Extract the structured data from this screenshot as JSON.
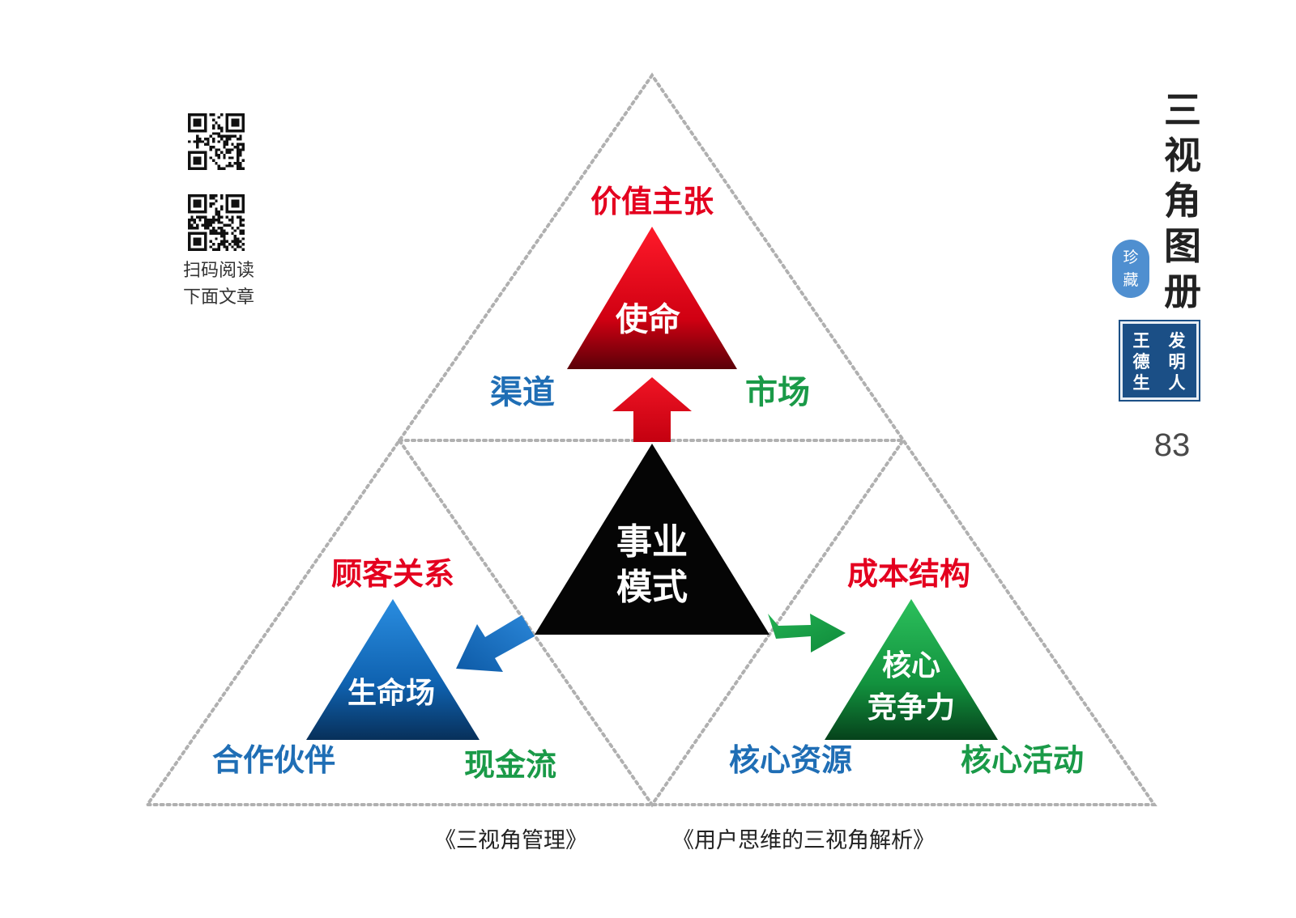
{
  "sidebar": {
    "scan_line1": "扫码阅读",
    "scan_line2": "下面文章"
  },
  "book": {
    "title_chars": [
      "三",
      "视",
      "角",
      "图",
      "册"
    ],
    "seal_chars": [
      "珍",
      "藏"
    ],
    "stamp_col_left": [
      "王",
      "德",
      "生"
    ],
    "stamp_col_right": [
      "发",
      "明",
      "人"
    ],
    "page_number": "83"
  },
  "diagram": {
    "top": {
      "center": "使命",
      "label_top": "价值主张",
      "label_left": "渠道",
      "label_right": "市场"
    },
    "middle": {
      "center_line1": "事业",
      "center_line2": "模式"
    },
    "left": {
      "center": "生命场",
      "label_top": "顾客关系",
      "label_left": "合作伙伴",
      "label_right": "现金流"
    },
    "right": {
      "center_line1": "核心",
      "center_line2": "竞争力",
      "label_top": "成本结构",
      "label_left": "核心资源",
      "label_right": "核心活动"
    }
  },
  "captions": {
    "left": "《三视角管理》",
    "right": "《用户思维的三视角解析》"
  },
  "colors": {
    "red": "#e4001f",
    "blue": "#1f6eb5",
    "green": "#1a9a48",
    "dotted": "#b0b0b0"
  }
}
